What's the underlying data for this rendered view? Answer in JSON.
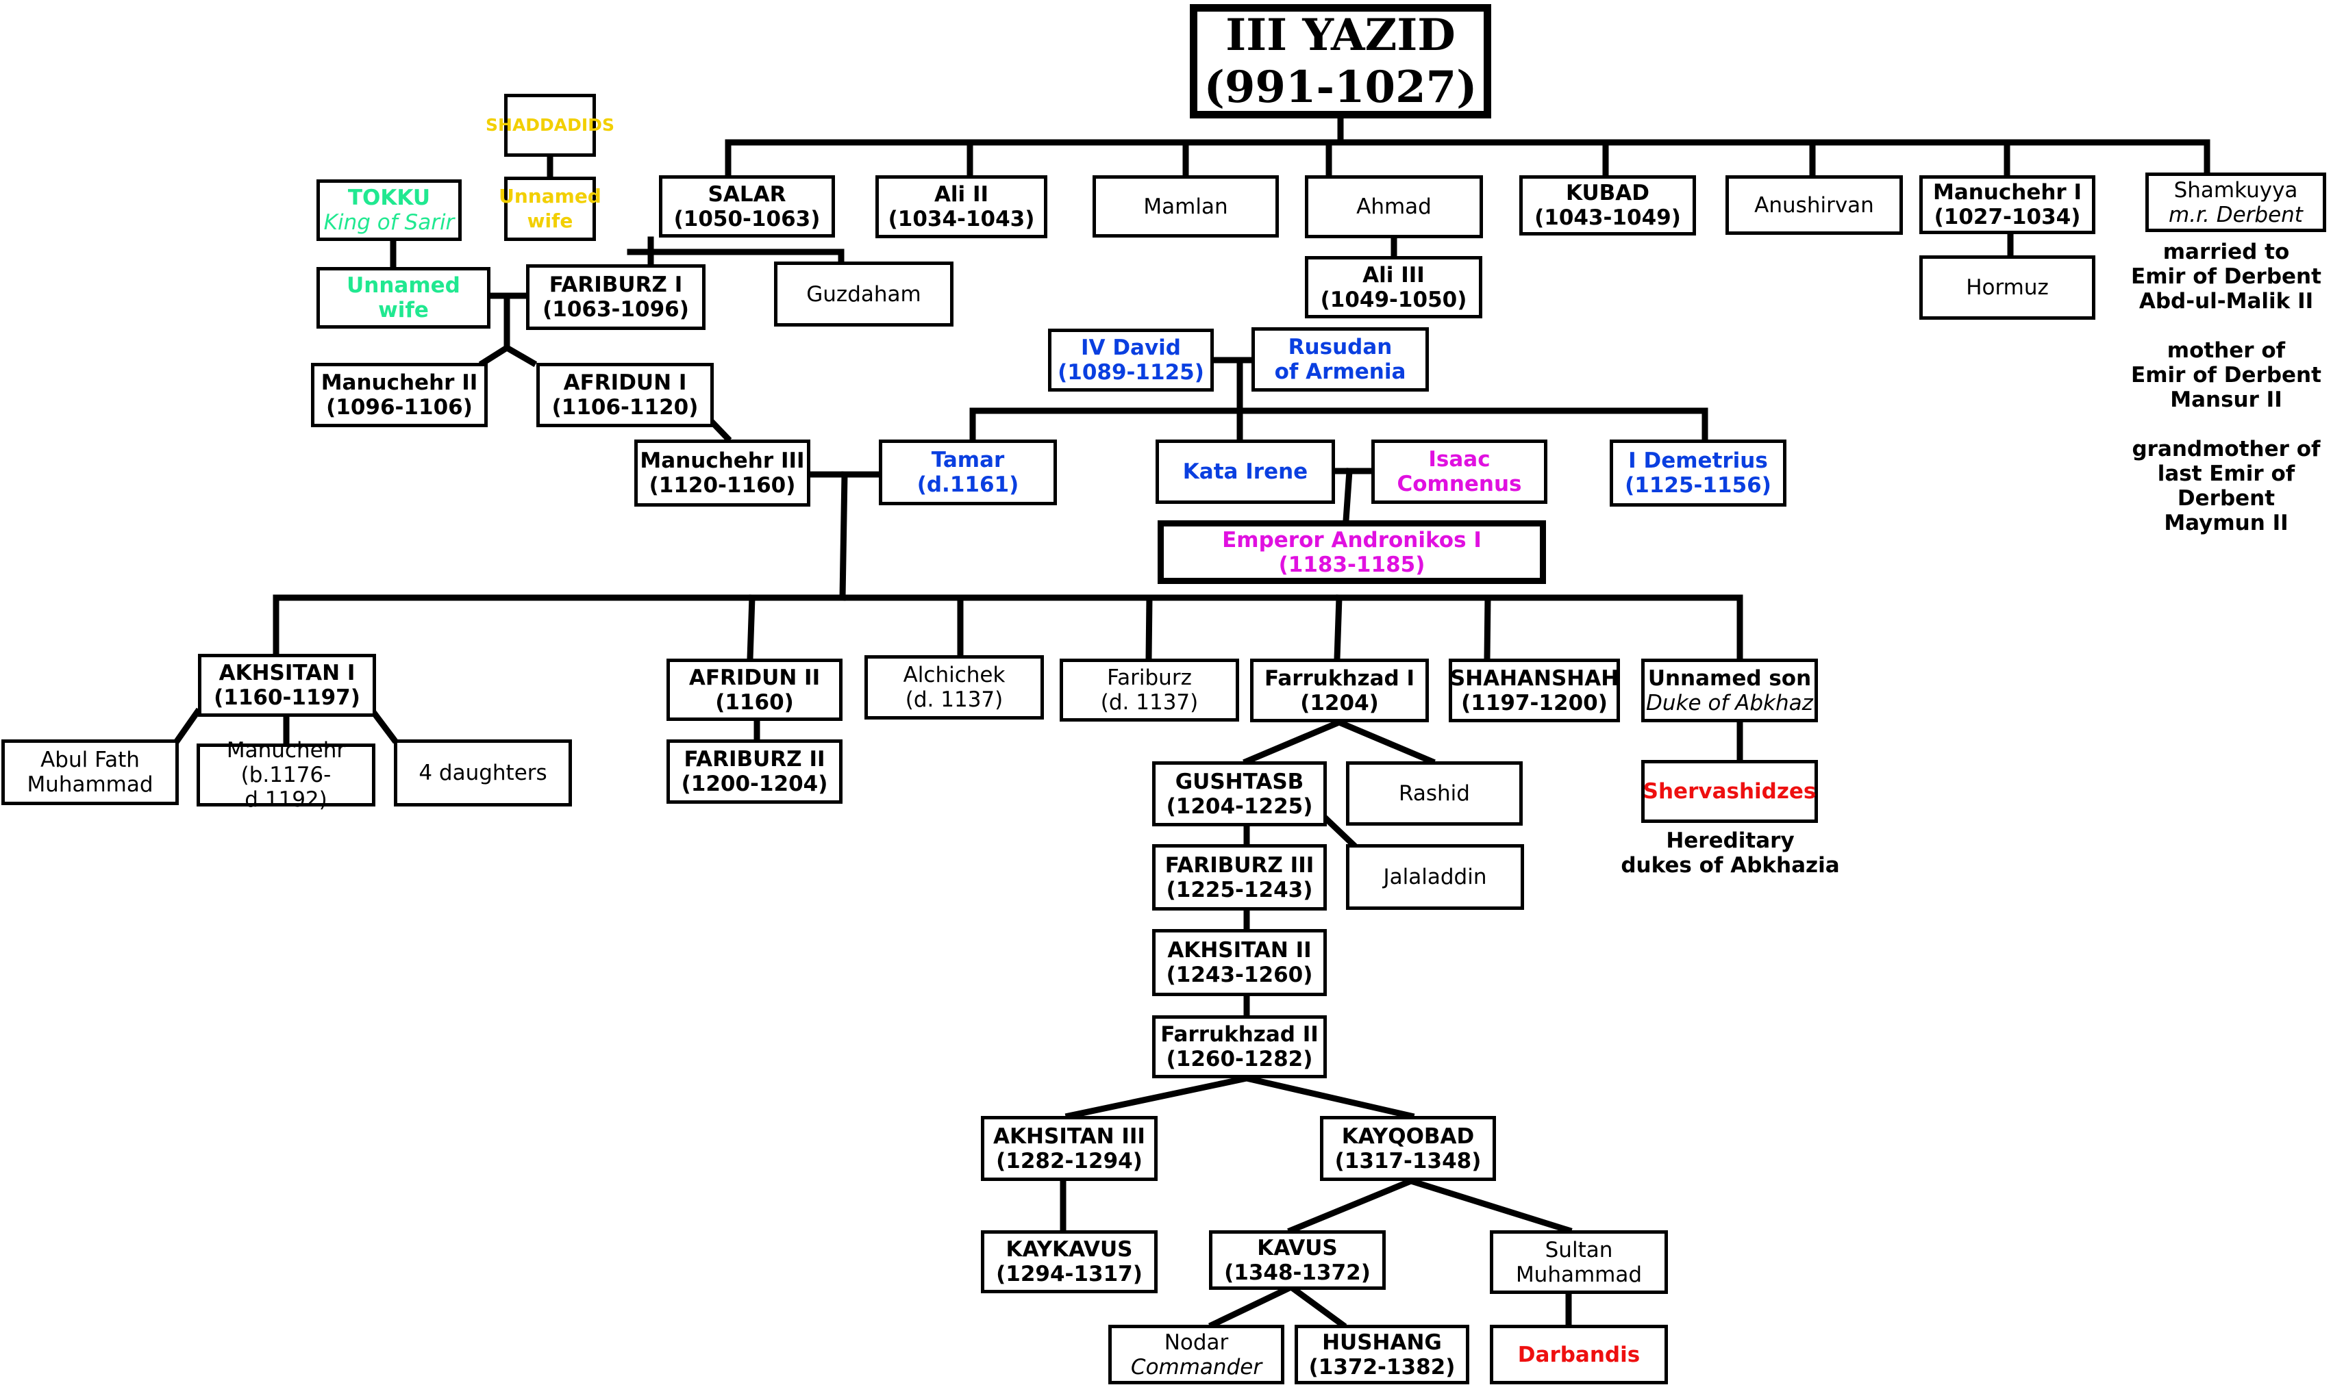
{
  "colors": {
    "blue": "#0a3fe0",
    "magenta": "#e010e0",
    "green": "#20e890",
    "yellow": "#f2cf00",
    "red": "#ee1010",
    "line": "#000000"
  },
  "root": {
    "name": "III YAZID",
    "dates": "(991-1027)"
  },
  "shaddadids": {
    "label": "SHADDADIDS",
    "wife": "Unnamed wife"
  },
  "tokku": {
    "name": "TOKKU",
    "title": "King of Sarir",
    "wife": "Unnamed wife"
  },
  "yazid_children": {
    "salar": {
      "name": "SALAR",
      "dates": "(1050-1063)"
    },
    "ali2": {
      "name": "Ali II",
      "dates": "(1034-1043)"
    },
    "mamlan": {
      "name": "Mamlan"
    },
    "ahmad": {
      "name": "Ahmad"
    },
    "kubad": {
      "name": "KUBAD",
      "dates": "(1043-1049)"
    },
    "anushirvan": {
      "name": "Anushirvan"
    },
    "manuchehr1": {
      "name": "Manuchehr I",
      "dates": "(1027-1034)"
    },
    "shamkuyya": {
      "name": "Shamkuyya",
      "title": "m.r. Derbent"
    }
  },
  "shamkuyya_notes": {
    "n1": "married to",
    "n2": "Emir of Derbent",
    "n3": "Abd-ul-Malik II",
    "n4": "mother of",
    "n5": "Emir of Derbent",
    "n6": "Mansur II",
    "n7": "grandmother of",
    "n8": "last Emir of Derbent",
    "n9": "Maymun II"
  },
  "guzdaham": {
    "name": "Guzdaham"
  },
  "fariburz1": {
    "name": "FARIBURZ I",
    "dates": "(1063-1096)"
  },
  "ali3": {
    "name": "Ali III",
    "dates": "(1049-1050)"
  },
  "hormuz": {
    "name": "Hormuz"
  },
  "manuchehr2": {
    "name": "Manuchehr II",
    "dates": "(1096-1106)"
  },
  "afridun1": {
    "name": "AFRIDUN I",
    "dates": "(1106-1120)"
  },
  "david4": {
    "name": "IV David",
    "dates": "(1089-1125)"
  },
  "rusudan": {
    "name": "Rusudan",
    "title": "of Armenia"
  },
  "manuchehr3": {
    "name": "Manuchehr III",
    "dates": "(1120-1160)"
  },
  "tamar": {
    "name": "Tamar",
    "dates": "(d.1161)"
  },
  "kata": {
    "name": "Kata Irene"
  },
  "isaac": {
    "name": "Isaac",
    "title": "Comnenus"
  },
  "demetrius": {
    "name": "I Demetrius",
    "dates": "(1125-1156)"
  },
  "andronikos": {
    "name": "Emperor Andronikos I",
    "dates": "(1183-1185)"
  },
  "akhsitan1": {
    "name": "AKHSITAN I",
    "dates": "(1160-1197)"
  },
  "afridun2": {
    "name": "AFRIDUN II",
    "dates": "(1160)"
  },
  "alchichek": {
    "name": "Alchichek",
    "dates": "(d. 1137)"
  },
  "fariburz": {
    "name": "Fariburz",
    "dates": "(d. 1137)"
  },
  "farrukhzad1": {
    "name": "Farrukhzad I",
    "dates": "(1204)"
  },
  "shahanshah": {
    "name": "SHAHANSHAH",
    "dates": "(1197-1200)"
  },
  "unnamed_son": {
    "name": "Unnamed son",
    "title": "Duke of Abkhaz"
  },
  "abul_fath": {
    "line1": "Abul Fath",
    "line2": "Muhammad"
  },
  "manuchehr_b": {
    "name": "Manuchehr",
    "dates": "(b.1176-d.1192)"
  },
  "daughters": {
    "name": "4 daughters"
  },
  "fariburz2": {
    "name": "FARIBURZ II",
    "dates": "(1200-1204)"
  },
  "gushtasb": {
    "name": "GUSHTASB",
    "dates": "(1204-1225)"
  },
  "rashid": {
    "name": "Rashid"
  },
  "shervashidzes": {
    "name": "Shervashidzes"
  },
  "hereditary": {
    "line1": "Hereditary",
    "line2": "dukes of Abkhazia"
  },
  "fariburz3": {
    "name": "FARIBURZ III",
    "dates": "(1225-1243)"
  },
  "jalaladdin": {
    "name": "Jalaladdin"
  },
  "akhsitan2": {
    "name": "AKHSITAN II",
    "dates": "(1243-1260)"
  },
  "farrukhzad2": {
    "name": "Farrukhzad II",
    "dates": "(1260-1282)"
  },
  "akhsitan3": {
    "name": "AKHSITAN III",
    "dates": "(1282-1294)"
  },
  "kayqobad": {
    "name": "KAYQOBAD",
    "dates": "(1317-1348)"
  },
  "kaykavus": {
    "name": "KAYKAVUS",
    "dates": "(1294-1317)"
  },
  "kavus": {
    "name": "KAVUS",
    "dates": "(1348-1372)"
  },
  "sultan_muhammad": {
    "line1": "Sultan",
    "line2": "Muhammad"
  },
  "nodar": {
    "name": "Nodar",
    "title": "Commander"
  },
  "hushang": {
    "name": "HUSHANG",
    "dates": "(1372-1382)"
  },
  "darbandis": {
    "name": "Darbandis"
  }
}
